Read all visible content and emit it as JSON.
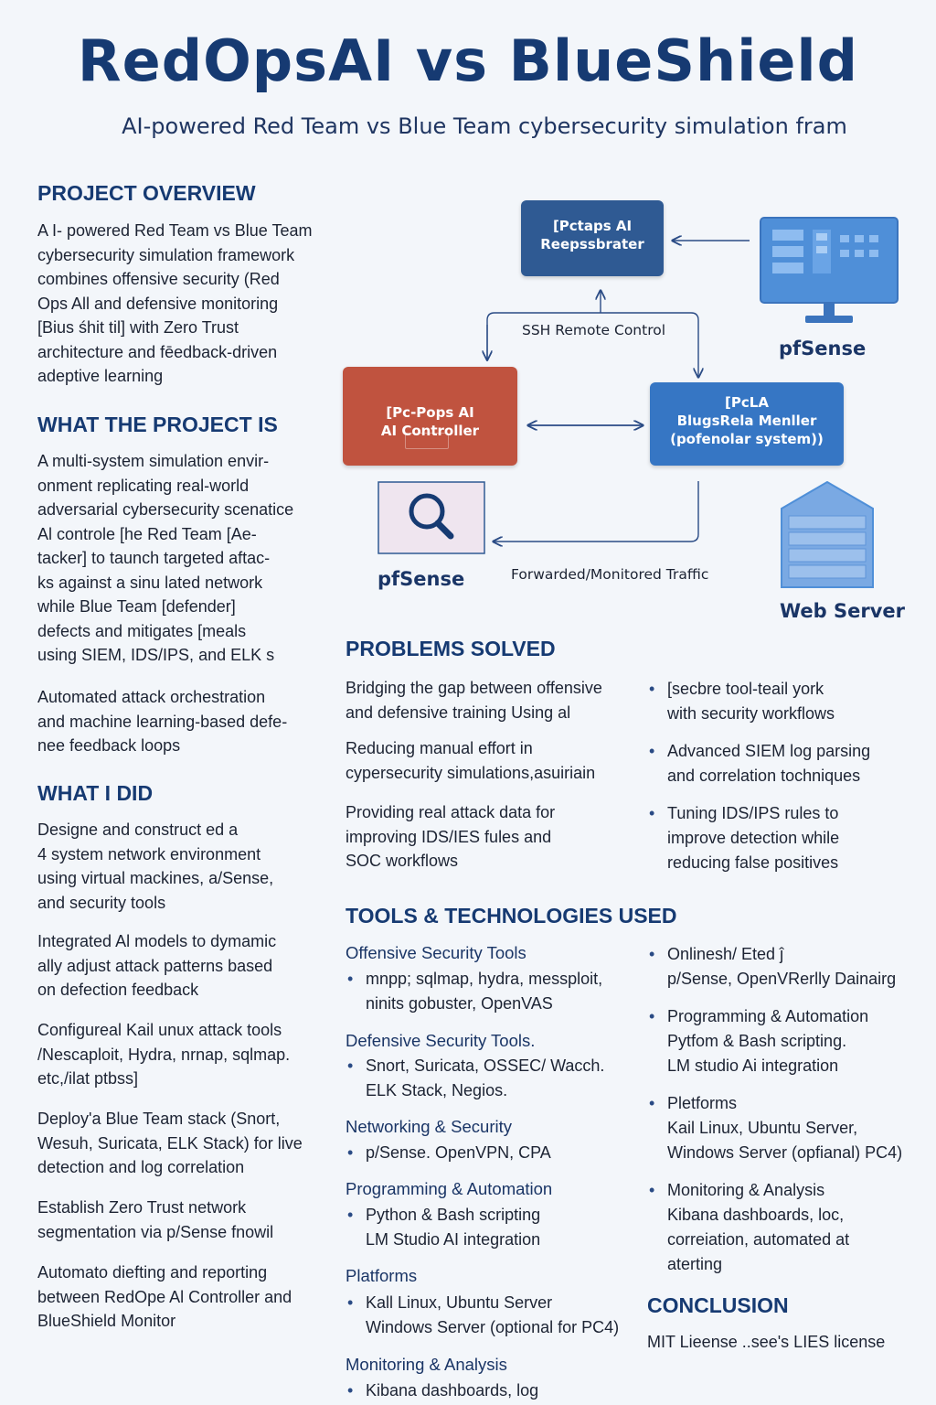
{
  "header": {
    "title": "RedOpsAI vs BlueShield",
    "subtitle": "AI-powered Red Team vs Blue Team cybersecurity simulation fram"
  },
  "project_overview": {
    "heading": "PROJECT OVERVIEW",
    "text": "A I- powered Red Team vs Blue Team\ncybersecurity simulation framework\ncombines offensive security (Red\nOps All and defensive monitoring\n[Bius śhit til] with Zero Trust\narchitecture and fēedback-driven\nadeptive learning"
  },
  "what_project_is": {
    "heading": "WHAT THE PROJECT IS",
    "text": "A multi-system simulation envir-\nonment replicating real-world\nadversarial cybersecurity scenatice\nAl controle [he Red Team [Ae-\ntacker] to taunch targeted aftac-\nks against a sinu lated network\nwhile Blue Team [defender]\ndefects and mitigates [meals\nusing SIEM, IDS/IPS, and ELK s",
    "text2": "Automated attack orchestration\nand machine learning-based defe-\nnee feedback loops"
  },
  "what_i_did": {
    "heading": "WHAT I DID",
    "items": [
      "Designe and construct ed a\n4 system network environment\nusing virtual mackines, a/Sense,\nand security tools",
      "Integrated Al models to dymamic\nally adjust attack patterns based\non defection feedback",
      "Configureal Kail unux attack tools\n/Nescaploit, Hydra, nrnap, sqlmap.\netc,/ilat ptbss]",
      "Deploy'a Blue Team stack (Snort,\nWesuh, Suricata, ELK Stack) for live\ndetection and log correlation",
      "Establish Zero Trust network\nsegmentation via p/Sense fnowil",
      "Automato diefting and reporting\nbetween RedOpe Al Controller and\nBlueShield Monitor"
    ]
  },
  "diagram": {
    "orchestrator": "[Pctaps AI\nReepssbrater",
    "red_controller": "[Pc-Pops AI\nAI Controller",
    "blue_monitor": "[PcLA\nBlugsRela Menller\n(pofenolar system))",
    "ssh_label": "SSH Remote Control",
    "traffic_label": "Forwarded/Monitored Traffic",
    "pfsense_monitor_label": "pfSense",
    "pfsense_search_label": "pfSense",
    "web_server_label": "Web Server",
    "colors": {
      "navy": "#2f5a93",
      "red": "#c0533f",
      "blue": "#3676c4",
      "icon_blue": "#4f8fd8"
    }
  },
  "problems_solved": {
    "heading": "PROBLEMS SOLVED",
    "left": [
      "Bridging the gap between offensive\nand defensive training Using al",
      "Reducing manual effort in\ncypersecurity simulations,asuiriain",
      "Providing real attack data for\nimproving IDS/IES fules and\nSOC workflows"
    ],
    "right": [
      "[secbre tool-teail york\nwith security workflows",
      "Advanced SIEM log parsing\nand correlation tochniques",
      "Tuning IDS/IPS rules to\nimprove detection while\nreducing false positives"
    ]
  },
  "tools": {
    "heading": "TOOLS & TECHNOLOGIES USED",
    "left": [
      {
        "title": "Offensive Security Tools",
        "item": "mnpp; sqlmap, hydra, messploit,\nninits gobuster, OpenVAS"
      },
      {
        "title": "Defensive Security Tools.",
        "item": "Snort, Suricata, OSSEC/ Wacch.\nELK Stack, Negios."
      },
      {
        "title": "Networking & Security",
        "item": "p/Sense. OpenVPN, CPA"
      },
      {
        "title": "Programming & Automation",
        "item": "Python & Bash scripting\nLM Studio AI integration"
      },
      {
        "title": "Platforms",
        "item": "Kall Linux, Ubuntu Server\nWindows Server (optional for PC4)"
      },
      {
        "title": "Monitoring & Analysis",
        "item": "Kibana dashboards, log"
      }
    ],
    "right": [
      "Onlinesh/ Eted ĵ\np/Sense, OpenVRerlly Dainairg",
      "Programming & Automation\nPytfom & Bash scripting.\nLM studio Ai integration",
      "Pletforms\nKail Linux, Ubuntu Server,\nWindows Server (opfianal) PC4)",
      "Monitoring & Analysis\nKibana dashboards, loc,\ncorreiation, automated at\naterting"
    ]
  },
  "conclusion": {
    "heading": "CONCLUSION",
    "text": "MIT Lieense ..see's LIES license"
  }
}
